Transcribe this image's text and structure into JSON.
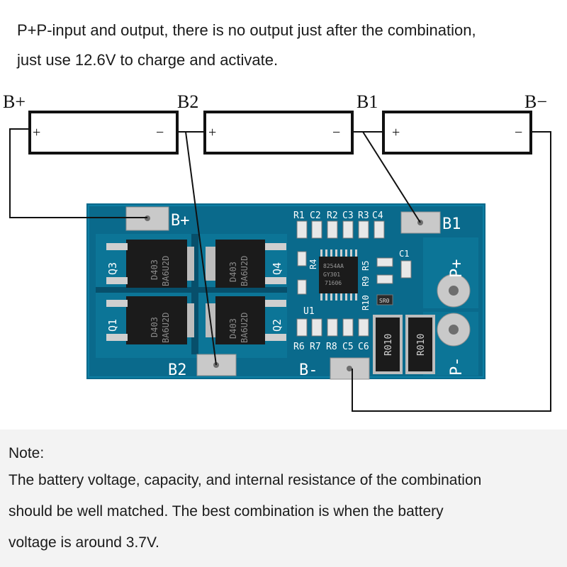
{
  "header": {
    "line1": "P+P-input and output, there is no output just after the combination,",
    "line2": "just use 12.6V to charge and activate."
  },
  "batteries": {
    "terminals": [
      "B+",
      "B2",
      "B1",
      "B−"
    ],
    "cells": [
      {
        "plus": "+",
        "minus": "−"
      },
      {
        "plus": "+",
        "minus": "−"
      },
      {
        "plus": "+",
        "minus": "−"
      }
    ]
  },
  "board": {
    "pads": {
      "bplus": "B+",
      "b1": "B1",
      "b2": "B2",
      "bminus": "B-",
      "pplus": "P+",
      "pminus": "P-"
    },
    "top_labels": [
      "R1",
      "C2",
      "R2",
      "C3",
      "R3",
      "C4"
    ],
    "bottom_labels": [
      "R6",
      "R7",
      "R8",
      "C5",
      "C6"
    ],
    "mosfets": [
      {
        "ref": "Q3",
        "marking": [
          "D403",
          "BA6U2D"
        ]
      },
      {
        "ref": "Q4",
        "marking": [
          "D403",
          "BA6U2D"
        ]
      },
      {
        "ref": "Q1",
        "marking": [
          "D403",
          "BA6U2D"
        ]
      },
      {
        "ref": "Q2",
        "marking": [
          "D403",
          "BA6U2D"
        ]
      }
    ],
    "ic": {
      "ref": "U1",
      "marking": [
        "8254AA",
        "GY301",
        "71606"
      ]
    },
    "side_labels": [
      "R4",
      "R5",
      "R9",
      "R10",
      "C1"
    ],
    "small_part": "SR0",
    "shunts": [
      "R010",
      "R010"
    ]
  },
  "note": {
    "title": "Note:",
    "lines": [
      "The battery voltage, capacity, and internal resistance of the combination",
      "should be well matched. The best combination is when the battery",
      "voltage is around 3.7V."
    ]
  },
  "colors": {
    "pcb": "#0a6a8c",
    "pcb_dark": "#074f6b",
    "pad": "#c9c9c9",
    "mosfet": "#1b1b1b",
    "wire": "#111111"
  }
}
